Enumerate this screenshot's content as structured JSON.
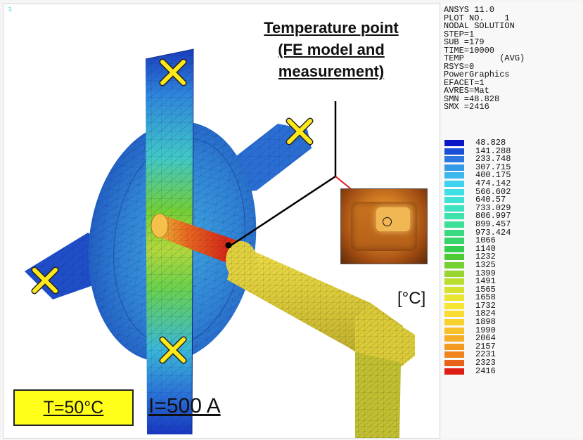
{
  "frame_number": "1",
  "annotation": {
    "title_lines": [
      "Temperature point",
      "(FE model and",
      "measurement)"
    ]
  },
  "unit_label": "[°C]",
  "temperature_box": "T=50°C",
  "current_label": "I=500 A",
  "legend": {
    "header_lines": [
      "ANSYS 11.0",
      "PLOT NO.    1",
      "NODAL SOLUTION",
      "STEP=1",
      "SUB =179",
      "TIME=10000",
      "TEMP       (AVG)",
      "RSYS=0",
      "PowerGraphics",
      "EFACET=1",
      "AVRES=Mat",
      "SMN =48.828",
      "SMX =2416"
    ],
    "scale": [
      {
        "value": "48.828",
        "color": "#0a16c8"
      },
      {
        "value": "141.288",
        "color": "#1a4fd8"
      },
      {
        "value": "233.748",
        "color": "#2a78e0"
      },
      {
        "value": "307.715",
        "color": "#3398e6"
      },
      {
        "value": "400.175",
        "color": "#3cb8ec"
      },
      {
        "value": "474.142",
        "color": "#3ed2ee"
      },
      {
        "value": "566.602",
        "color": "#3fdfe6"
      },
      {
        "value": "640.57",
        "color": "#3ee3d4"
      },
      {
        "value": "733.029",
        "color": "#3ee4c2"
      },
      {
        "value": "806.997",
        "color": "#3de2ad"
      },
      {
        "value": "899.457",
        "color": "#3cdf98"
      },
      {
        "value": "973.424",
        "color": "#3ada82"
      },
      {
        "value": "1066",
        "color": "#38d46a"
      },
      {
        "value": "1140",
        "color": "#36ce52"
      },
      {
        "value": "1232",
        "color": "#4ccb34"
      },
      {
        "value": "1325",
        "color": "#74d030"
      },
      {
        "value": "1399",
        "color": "#98d52f"
      },
      {
        "value": "1491",
        "color": "#bade2e"
      },
      {
        "value": "1565",
        "color": "#d6e22e"
      },
      {
        "value": "1658",
        "color": "#eae630"
      },
      {
        "value": "1732",
        "color": "#f6e632"
      },
      {
        "value": "1824",
        "color": "#fbdc30"
      },
      {
        "value": "1898",
        "color": "#fad02d"
      },
      {
        "value": "1990",
        "color": "#f8c02a"
      },
      {
        "value": "2064",
        "color": "#f6ae26"
      },
      {
        "value": "2157",
        "color": "#f29a22"
      },
      {
        "value": "2231",
        "color": "#ee841e"
      },
      {
        "value": "2323",
        "color": "#e8621a"
      },
      {
        "value": "2416",
        "color": "#de1e14"
      }
    ]
  }
}
